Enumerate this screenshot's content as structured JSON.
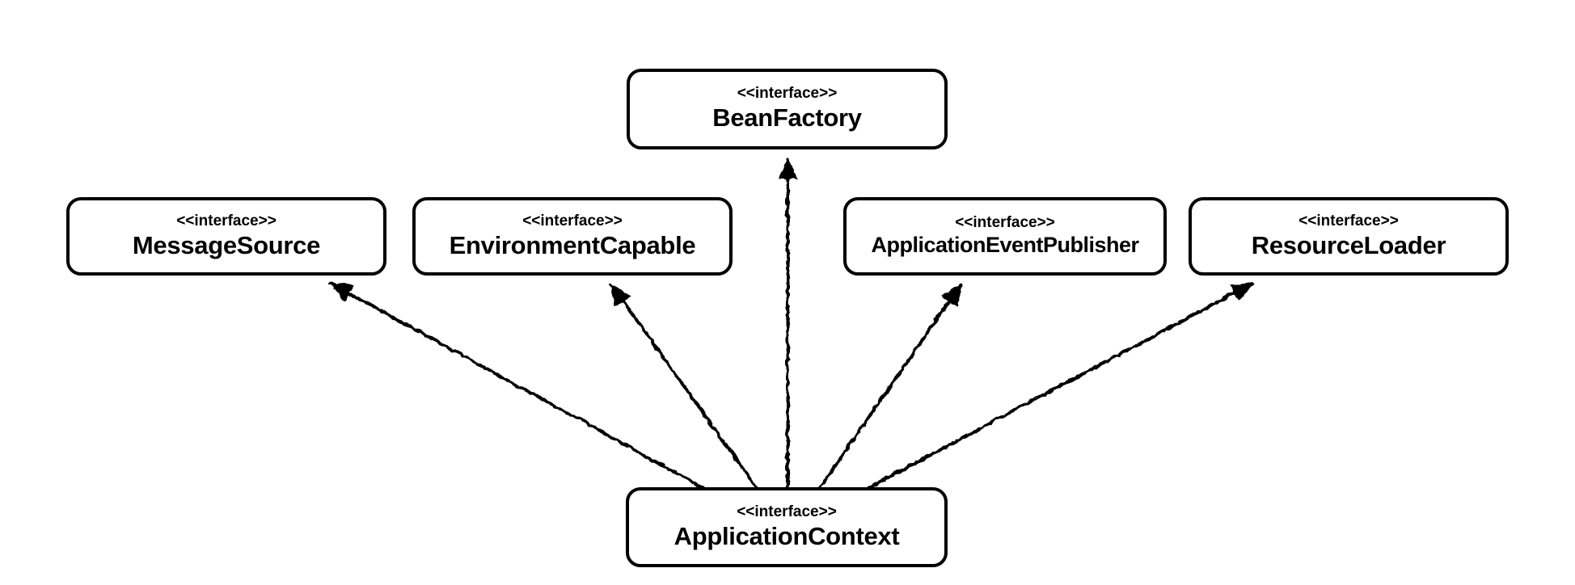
{
  "diagram": {
    "kind": "uml-interface-diagram",
    "background_color": "#ffffff",
    "line_color": "#000000",
    "nodes": [
      {
        "id": "beanfactory",
        "stereotype": "<<interface>>",
        "name": "BeanFactory"
      },
      {
        "id": "messagesource",
        "stereotype": "<<interface>>",
        "name": "MessageSource"
      },
      {
        "id": "environmentcapable",
        "stereotype": "<<interface>>",
        "name": "EnvironmentCapable"
      },
      {
        "id": "applicationeventpublisher",
        "stereotype": "<<interface>>",
        "name": "ApplicationEventPublisher"
      },
      {
        "id": "resourceloader",
        "stereotype": "<<interface>>",
        "name": "ResourceLoader"
      },
      {
        "id": "applicationcontext",
        "stereotype": "<<interface>>",
        "name": "ApplicationContext"
      }
    ],
    "edges": [
      {
        "from": "applicationcontext",
        "to": "messagesource",
        "style": "solid-filled-arrow"
      },
      {
        "from": "applicationcontext",
        "to": "environmentcapable",
        "style": "solid-filled-arrow"
      },
      {
        "from": "applicationcontext",
        "to": "beanfactory",
        "style": "solid-filled-arrow"
      },
      {
        "from": "applicationcontext",
        "to": "applicationeventpublisher",
        "style": "solid-filled-arrow"
      },
      {
        "from": "applicationcontext",
        "to": "resourceloader",
        "style": "solid-filled-arrow"
      }
    ]
  }
}
